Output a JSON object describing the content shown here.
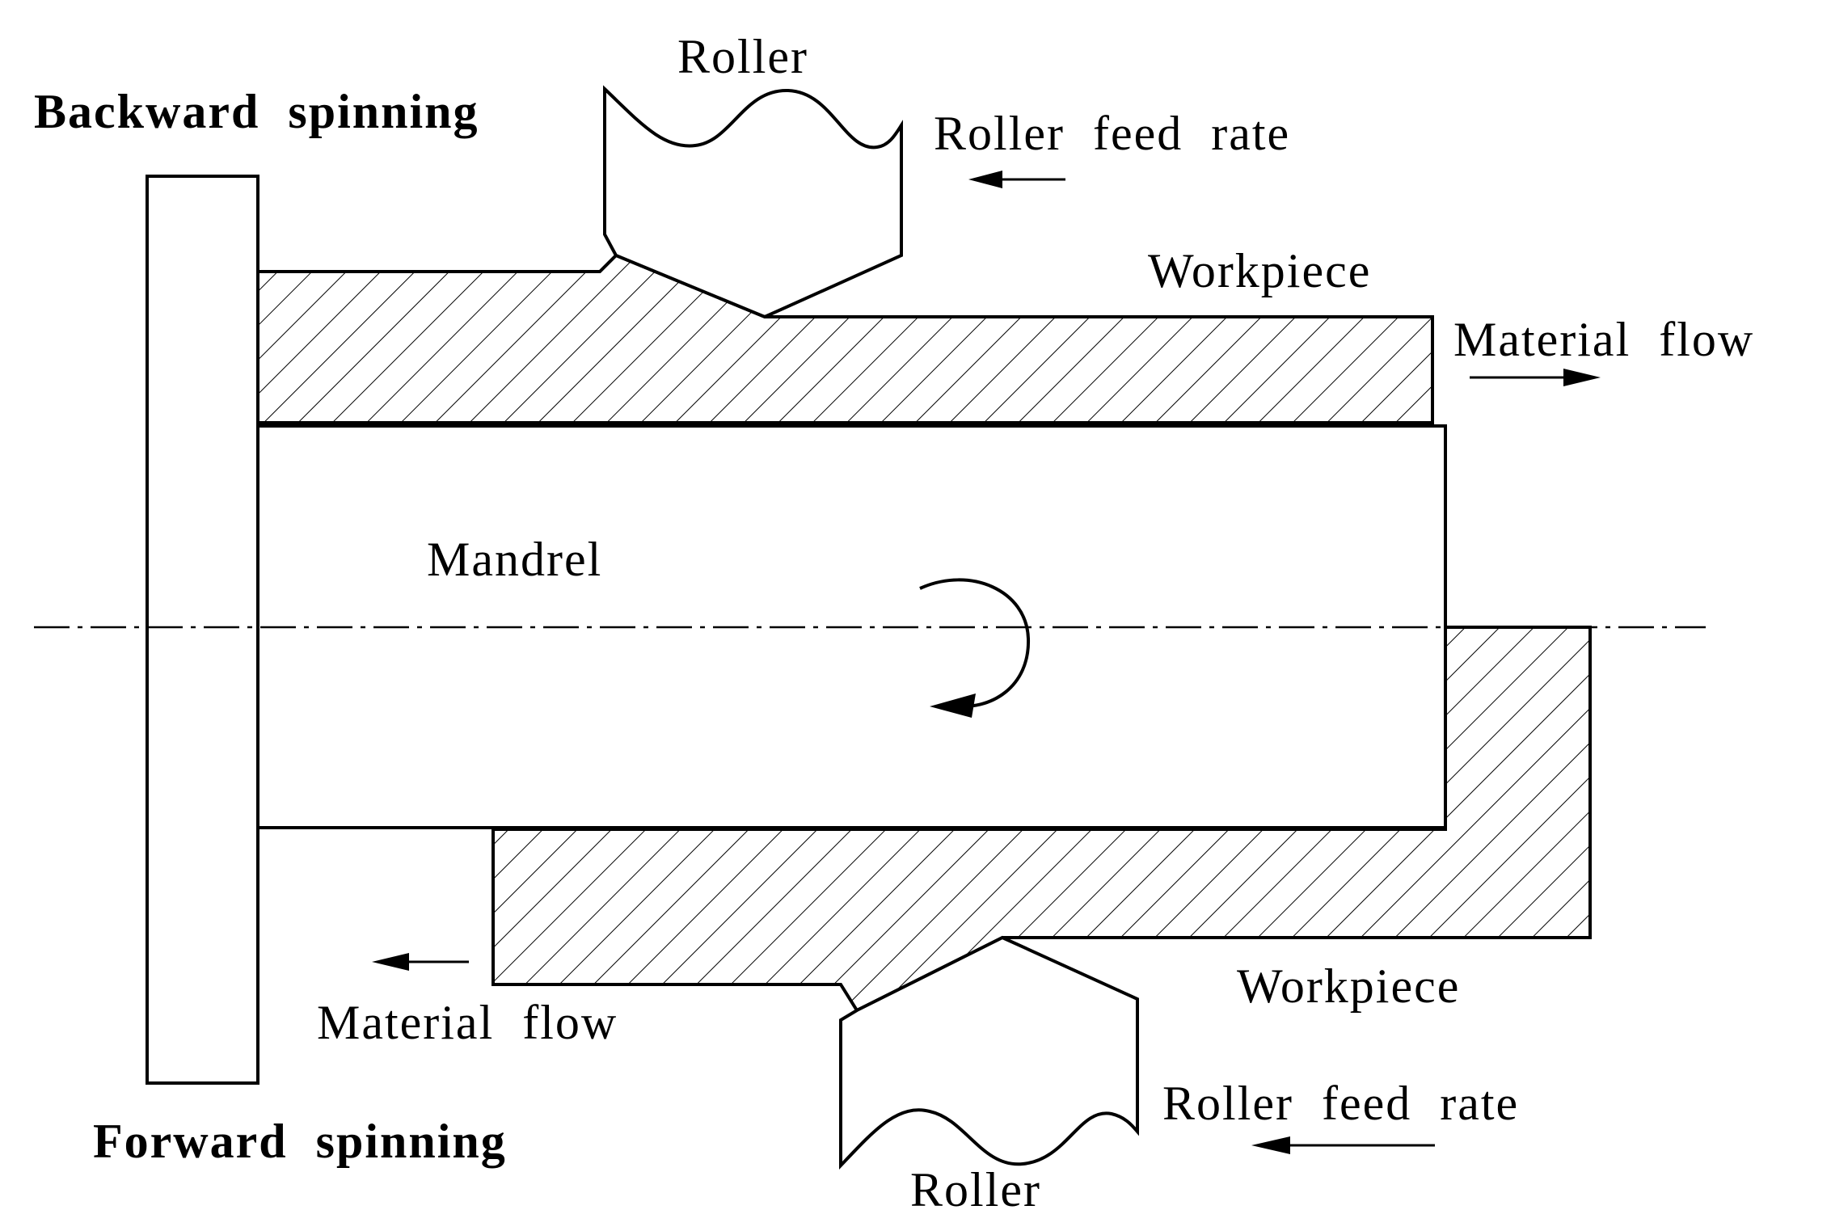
{
  "labels": {
    "backward_spinning": "Backward spinning",
    "forward_spinning": "Forward spinning",
    "roller_top": "Roller",
    "roller_bottom": "Roller",
    "roller_feed_rate_top": "Roller feed rate",
    "roller_feed_rate_bottom": "Roller feed rate",
    "workpiece_top": "Workpiece",
    "workpiece_bottom": "Workpiece",
    "material_flow_top": "Material flow",
    "material_flow_bottom": "Material flow",
    "mandrel": "Mandrel"
  },
  "colors": {
    "line": "#000000",
    "background": "#ffffff"
  },
  "arrows": {
    "roller_feed_rate_top": "left",
    "roller_feed_rate_bottom": "left",
    "material_flow_top": "right",
    "material_flow_bottom": "left",
    "mandrel_rotation": "clockwise"
  }
}
